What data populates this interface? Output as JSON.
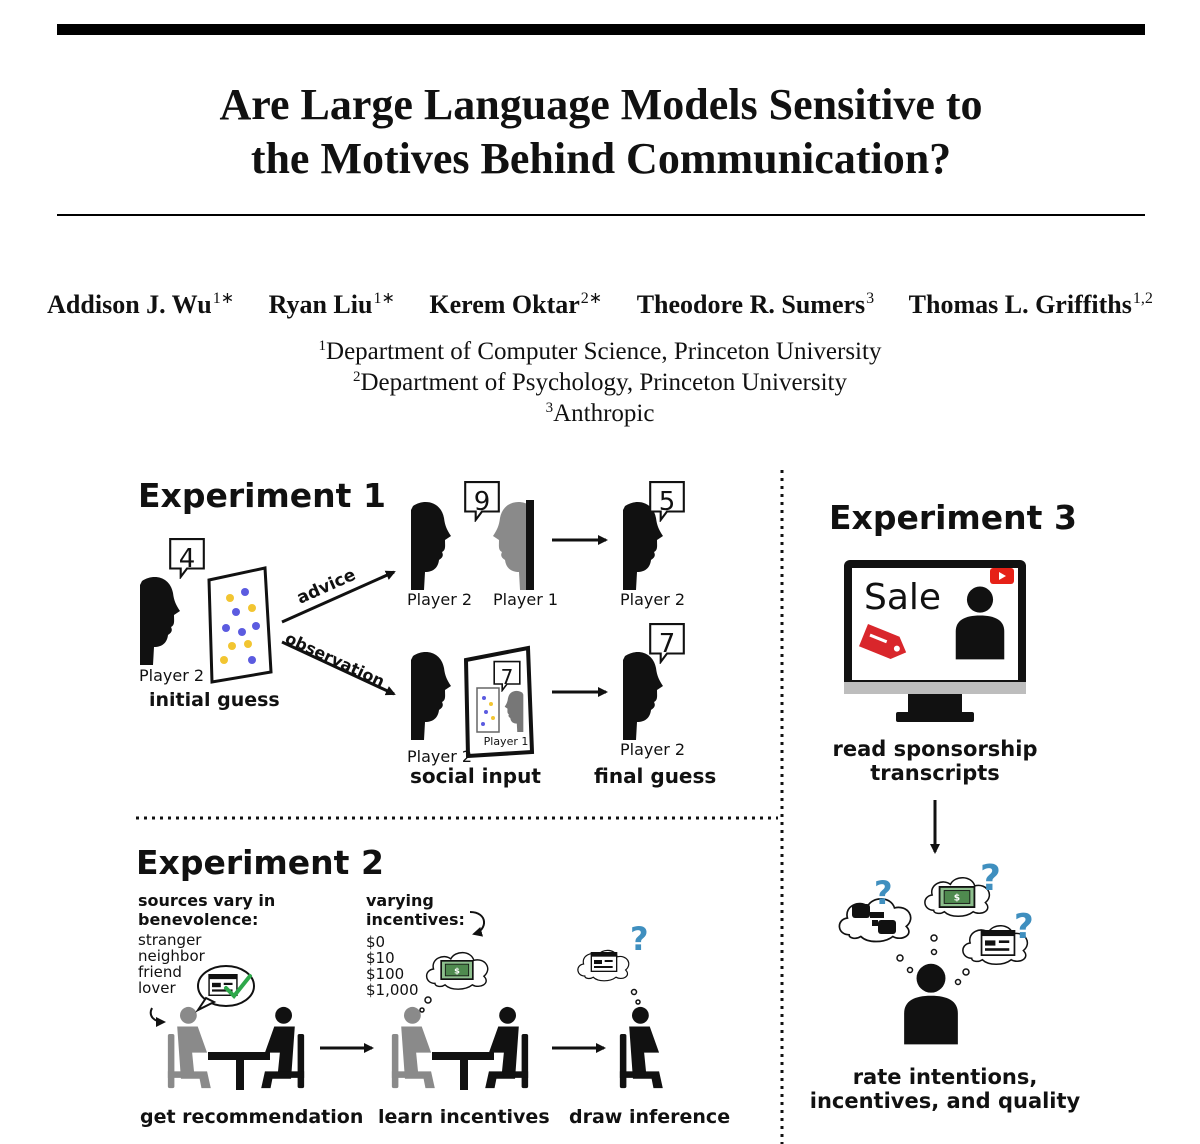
{
  "paper": {
    "title_line1": "Are Large Language Models Sensitive to",
    "title_line2": "the Motives Behind Communication?",
    "authors": [
      {
        "name": "Addison J. Wu",
        "sup": "1∗"
      },
      {
        "name": "Ryan Liu",
        "sup": "1∗"
      },
      {
        "name": "Kerem Oktar",
        "sup": "2∗"
      },
      {
        "name": "Theodore R. Sumers",
        "sup": "3"
      },
      {
        "name": "Thomas L. Griffiths",
        "sup": "1,2"
      }
    ],
    "affiliations": [
      {
        "sup": "1",
        "text": "Department of Computer Science, Princeton University"
      },
      {
        "sup": "2",
        "text": "Department of Psychology, Princeton University"
      },
      {
        "sup": "3",
        "text": "Anthropic"
      }
    ]
  },
  "figure": {
    "exp1": {
      "title": "Experiment 1",
      "initial_number": "4",
      "player2": "Player 2",
      "player1": "Player 1",
      "initial_guess": "initial guess",
      "advice": "advice",
      "observation": "observation",
      "advice_number": "9",
      "advice_result": "5",
      "observation_number": "7",
      "observation_result": "7",
      "social_input": "social input",
      "final_guess": "final guess"
    },
    "exp2": {
      "title": "Experiment 2",
      "sources_label": "sources vary in benevolence:",
      "sources": [
        "stranger",
        "neighbor",
        "friend",
        "lover"
      ],
      "incentives_label": "varying incentives:",
      "incentives": [
        "$0",
        "$10",
        "$100",
        "$1,000"
      ],
      "step1": "get recommendation",
      "step2": "learn incentives",
      "step3": "draw inference"
    },
    "exp3": {
      "title": "Experiment 3",
      "screen_text": "Sale",
      "read_label_line1": "read sponsorship",
      "read_label_line2": "transcripts",
      "rate_label_line1": "rate intentions,",
      "rate_label_line2": "incentives, and quality"
    }
  },
  "colors": {
    "ink": "#111111",
    "grey_figure": "#8a8a8a",
    "dot_blue": "#5b5be0",
    "dot_yellow": "#f2c531",
    "tag_red": "#d9262b",
    "youtube_red": "#e62117",
    "money_green": "#4f8a4f",
    "question_blue": "#3f8fbf",
    "check_green": "#2ea84a"
  }
}
